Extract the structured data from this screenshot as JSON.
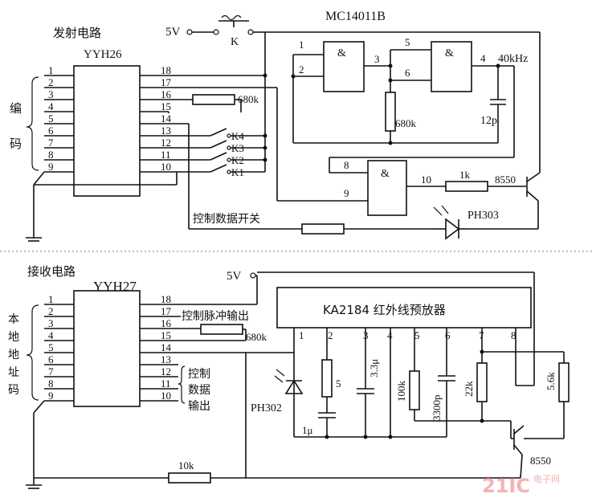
{
  "transmitter": {
    "title": "发射电路",
    "chip": "YYH26",
    "encode_label": [
      "编",
      "码"
    ],
    "left_pins": [
      "1",
      "2",
      "3",
      "4",
      "5",
      "6",
      "7",
      "8",
      "9"
    ],
    "right_pins": [
      "18",
      "17",
      "16",
      "15",
      "14",
      "13",
      "12",
      "11",
      "10"
    ],
    "resistor_680k": "680k",
    "switches": [
      "K4",
      "K3",
      "K2",
      "K1"
    ],
    "control_data_switch": "控制数据开关",
    "supply": "5V",
    "key": "K"
  },
  "oscillator": {
    "chip": "MC14011B",
    "nand_symbol": "&",
    "pins": [
      "1",
      "2",
      "3",
      "5",
      "6",
      "4",
      "8",
      "9",
      "10"
    ],
    "freq": "40kHz",
    "resistor": "680k",
    "capacitor": "12p",
    "resistor_1k": "1k",
    "transistor": "8550",
    "ir_led": "PH303"
  },
  "receiver": {
    "title": "接收电路",
    "chip": "YYH27",
    "addr_label": [
      "本",
      "地",
      "地",
      "址",
      "码"
    ],
    "left_pins": [
      "1",
      "2",
      "3",
      "4",
      "5",
      "6",
      "7",
      "8",
      "9"
    ],
    "right_pins": [
      "18",
      "17",
      "16",
      "15",
      "14",
      "13",
      "12",
      "11",
      "10"
    ],
    "pulse_out": "控制脉冲输出",
    "resistor_680k": "680k",
    "data_out": [
      "控制",
      "数据",
      "输出"
    ],
    "resistor_10k": "10k",
    "supply": "5V"
  },
  "preamp": {
    "chip": "KA2184 红外线预放器",
    "pins": [
      "1",
      "2",
      "3",
      "4",
      "5",
      "6",
      "7",
      "8"
    ],
    "photodiode": "PH302",
    "r5": "5",
    "c1": "1μ",
    "c33": "3.3μ",
    "r100k": "100k",
    "c3300p": "3300p",
    "r22k": "22k",
    "r56k": "5.6k",
    "transistor": "8550"
  },
  "watermark": {
    "logo": "21IC",
    "text": "电子网"
  }
}
